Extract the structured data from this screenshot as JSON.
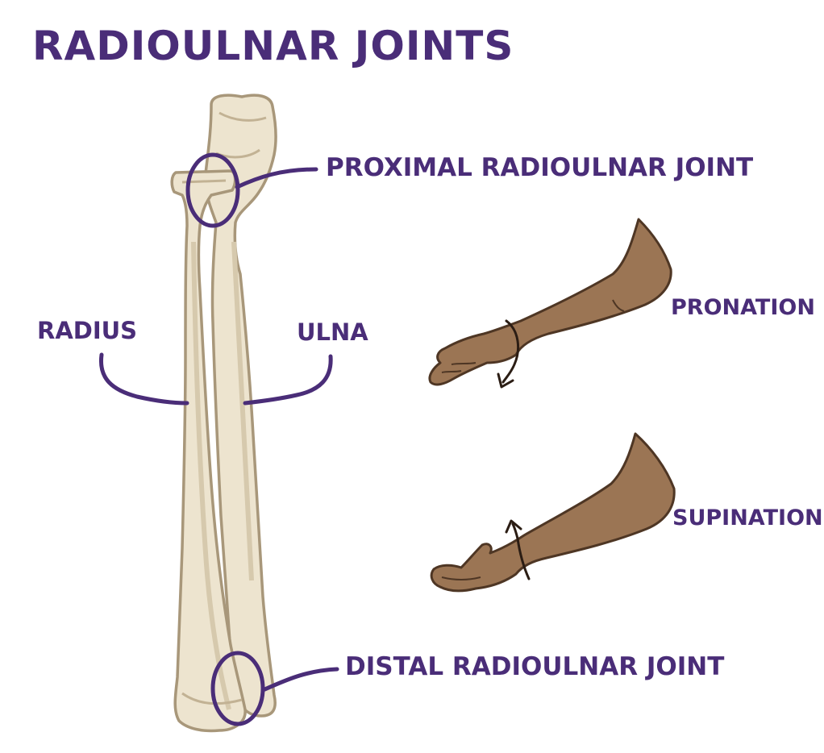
{
  "title": "RADIOULNAR JOINTS",
  "labels": {
    "proximal": "PROXIMAL RADIOULNAR JOINT",
    "distal": "DISTAL RADIOULNAR JOINT",
    "radius": "RADIUS",
    "ulna": "ULNA",
    "pronation": "PRONATION",
    "supination": "SUPINATION"
  },
  "colors": {
    "label": "#4a2d78",
    "bone_fill": "#ede4cf",
    "bone_stroke": "#a8977a",
    "skin_fill": "#9b7554",
    "skin_stroke": "#4e3624"
  }
}
